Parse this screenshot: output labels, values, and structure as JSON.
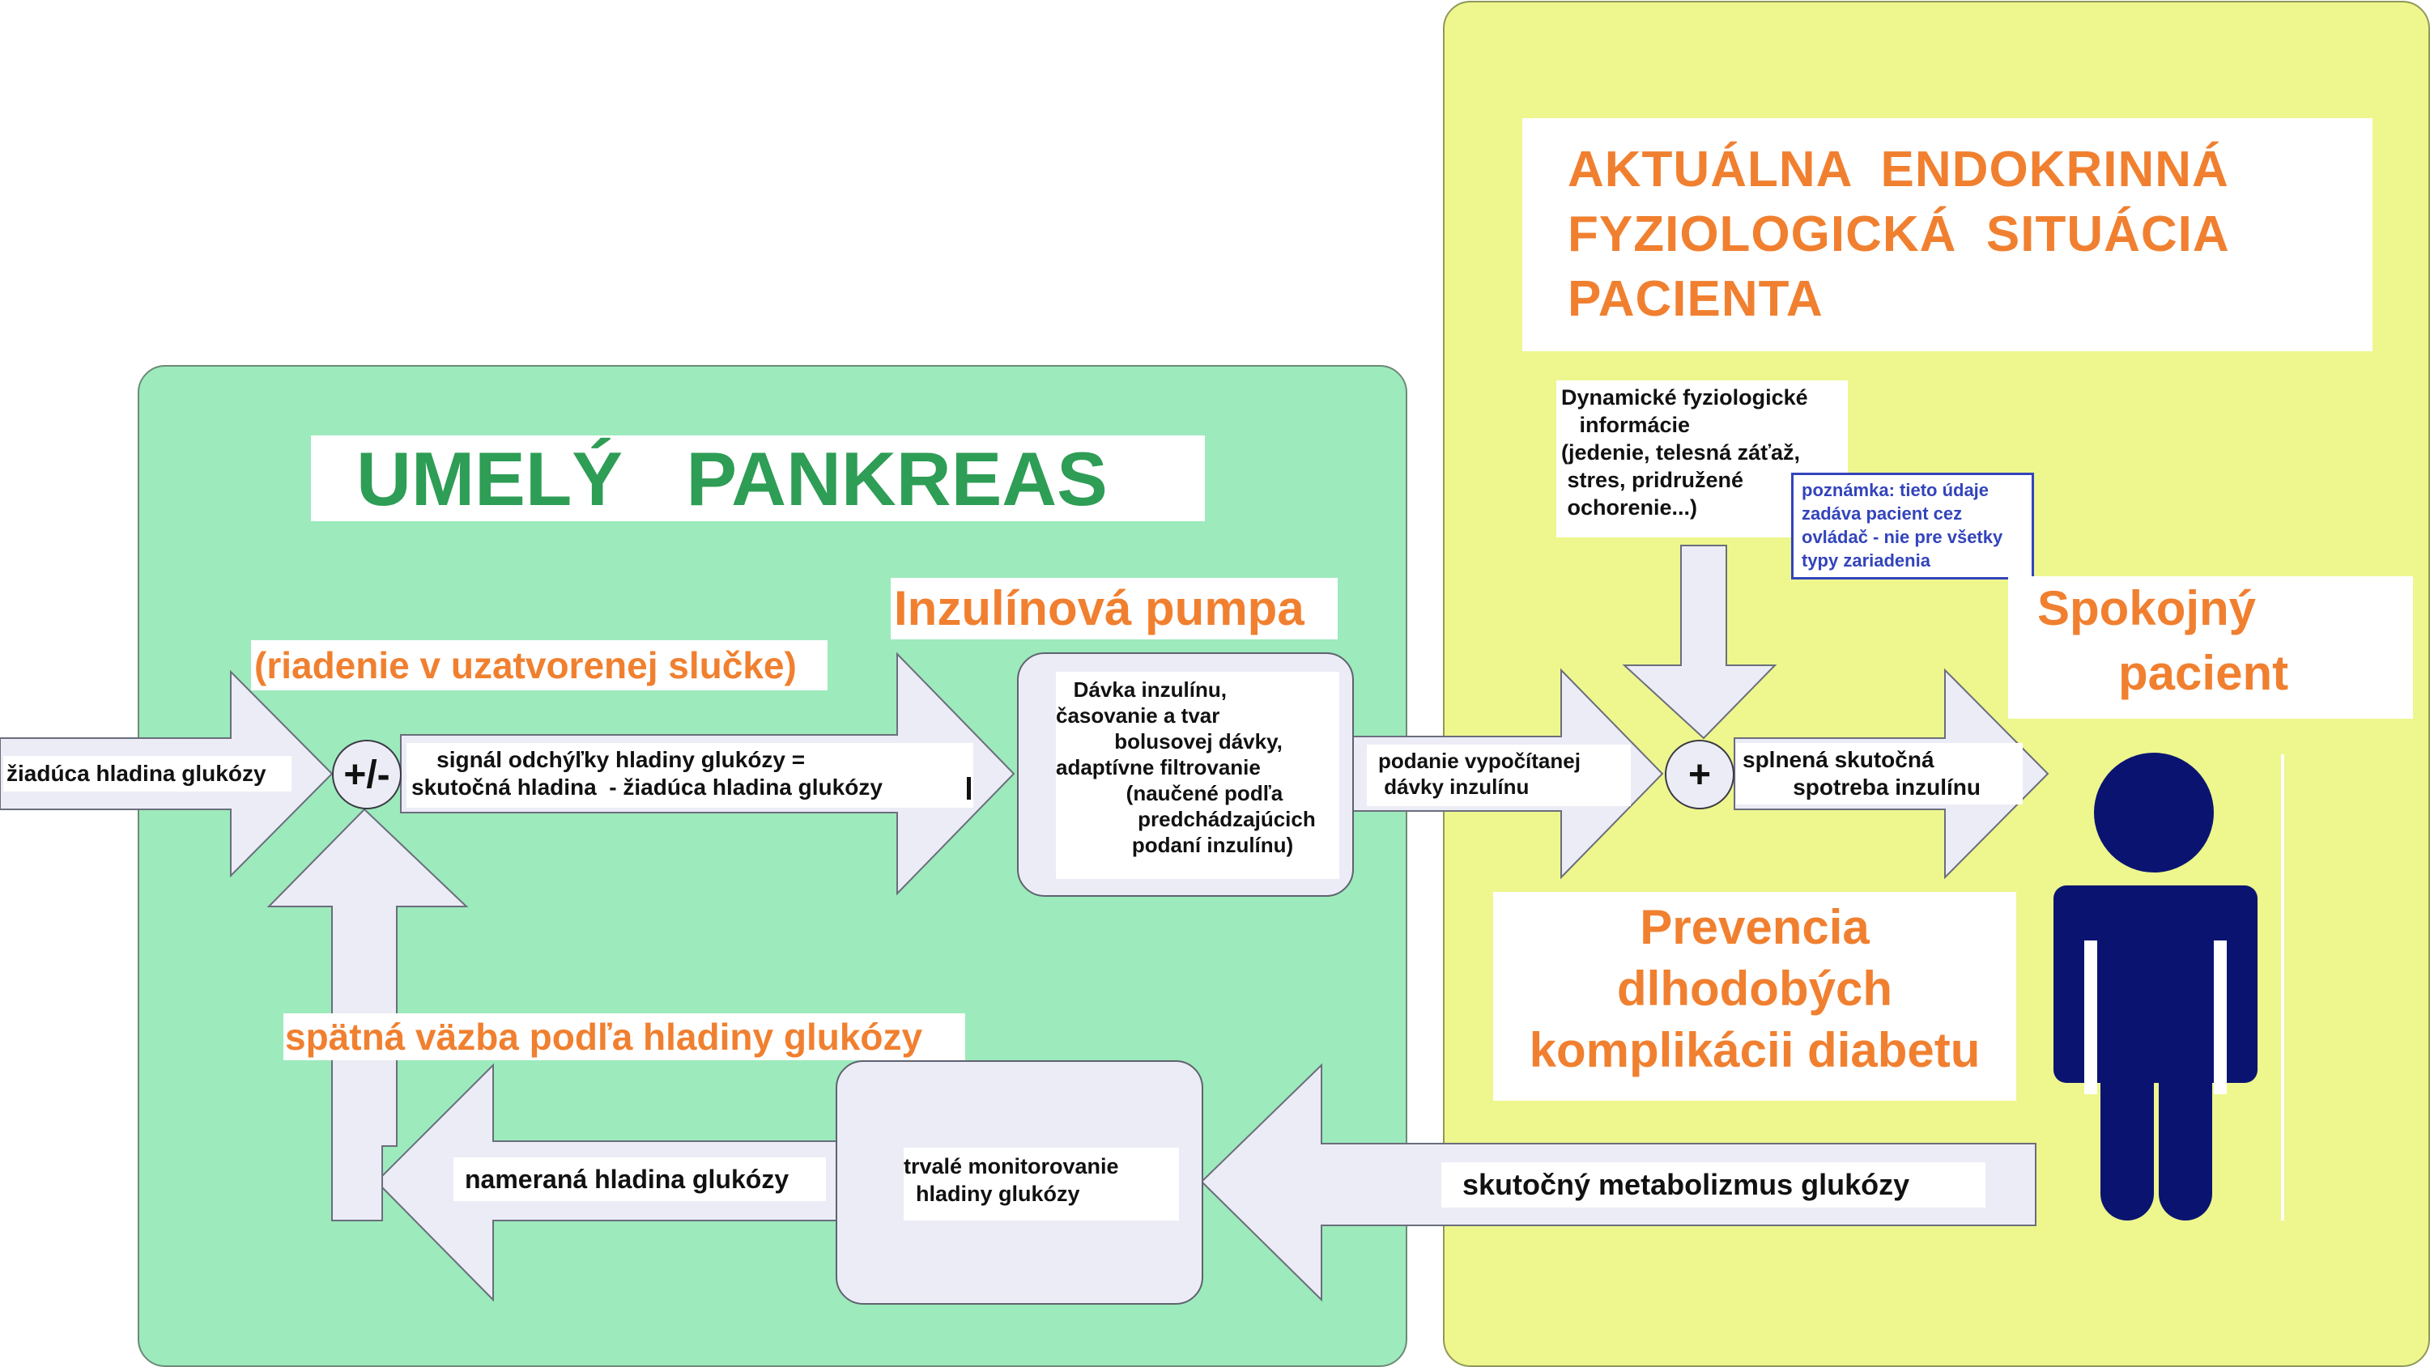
{
  "labels": {
    "umely_pankreas": "UMELÝ   PANKREAS",
    "aktualna_situacia": "AKTUÁLNA  ENDOKRINNÁ\nFYZIOLOGICKÁ  SITUÁCIA\nPACIENTA",
    "riadenie": "(riadenie v uzatvorenej slučke)",
    "inzulinova_pumpa": "Inzulínová pumpa",
    "ziaduca_hladina": "žiadúca hladina glukózy",
    "sum_pm": "+/-",
    "signal_odchylky": "    signál odchýľky hladiny glukózy =\nskutočná hladina  - žiadúca hladina glukózy",
    "davka_inzulinu": "   Dávka inzulínu,\nčasovanie a tvar\n          bolusovej dávky,\nadaptívne filtrovanie\n            (naučené podľa\n              predchádzajúcich\n             podaní inzulínu)",
    "podanie": "podanie vypočítanej\n dávky inzulínu",
    "sum_plus": "+",
    "splnena": "splnená skutočná\n        spotreba inzulínu",
    "dynamicke": "Dynamické fyziologické\n   informácie\n(jedenie, telesná záťaž,\n stres, pridružené\n ochorenie...)",
    "poznamka": "poznámka: tieto údaje\nzadáva pacient cez\novládač - nie pre všetky\ntypy zariadenia",
    "spokojny_pacient": "Spokojný\n      pacient",
    "prevencia": "Prevencia\ndlhodobých\nkomplikácii diabetu",
    "spatna_vazba": "spätná väzba podľa hladiny glukózy",
    "namerana": "nameraná hladina glukózy",
    "trvale_monitorovanie": "trvalé monitorovanie\n  hladiny glukózy",
    "skutocny_metabolizmus": "skutočný metabolizmus glukózy"
  },
  "colors": {
    "green_panel": "#9deabc",
    "yellow_panel": "#eef68e",
    "orange_text": "#f08030",
    "green_title": "#2e9d55",
    "note_blue": "#3344bb",
    "person_navy": "#0a1470",
    "arrow_fill": "#ececf6"
  },
  "icons": {
    "person": "person-figure-icon"
  }
}
